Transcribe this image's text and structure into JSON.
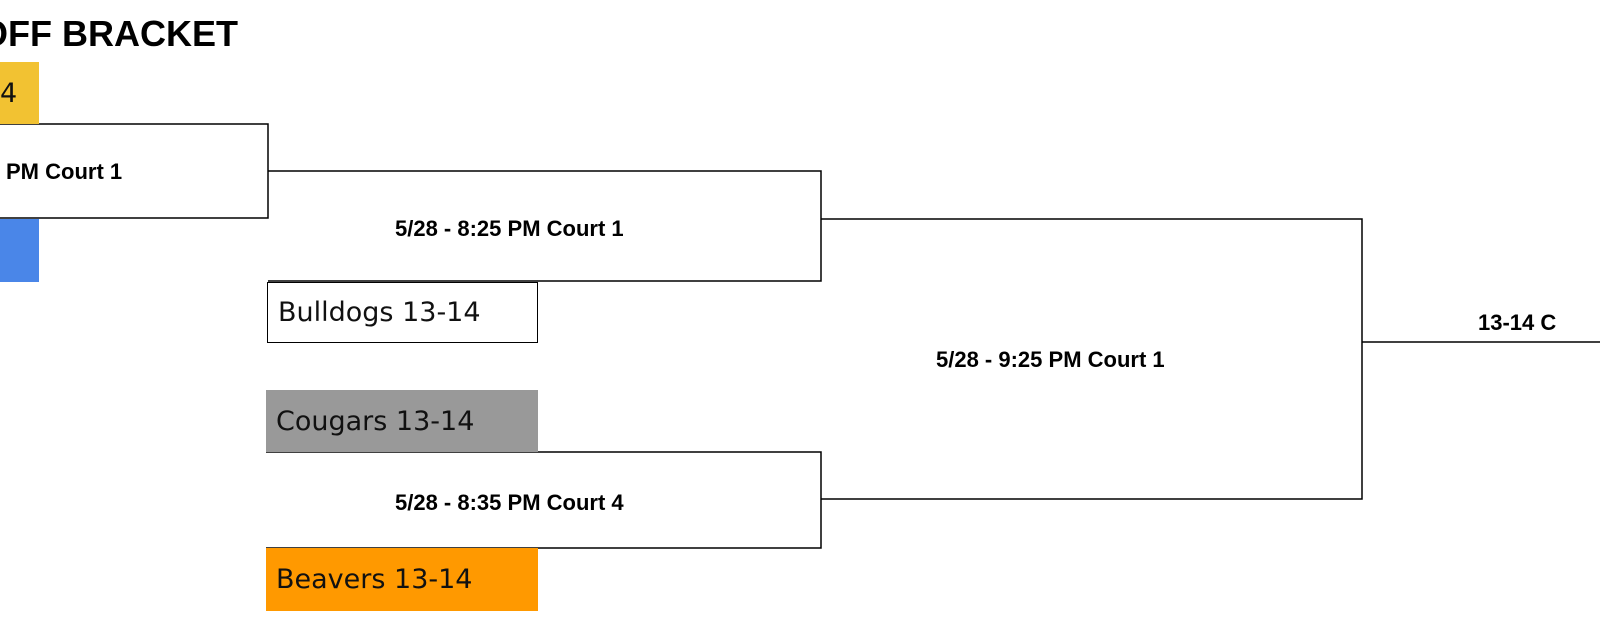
{
  "title": "OFF BRACKET",
  "colors": {
    "yellow": "#F2C232",
    "blue": "#4A86E8",
    "gray": "#999999",
    "orange": "#FF9900"
  },
  "games": {
    "game_top_left": "PM Court 1",
    "game_semi_top": "5/28 - 8:25 PM Court 1",
    "game_semi_bottom": "5/28 - 8:35 PM Court 4",
    "game_final": "5/28 - 9:25 PM Court 1",
    "champion_label": "13-14 C"
  },
  "teams": {
    "top_seed_fragment": "4",
    "bulldogs": "Bulldogs 13-14",
    "cougars": "Cougars 13-14",
    "beavers": "Beavers 13-14"
  }
}
